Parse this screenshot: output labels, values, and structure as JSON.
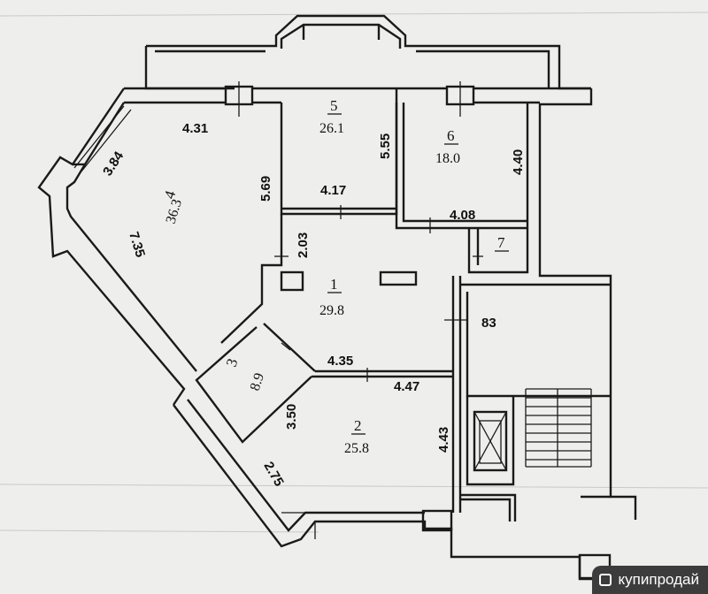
{
  "plan": {
    "rooms": [
      {
        "id": "room-1",
        "number": "1",
        "area": "29.8"
      },
      {
        "id": "room-2",
        "number": "2",
        "area": "25.8"
      },
      {
        "id": "room-3",
        "number": "3",
        "area": "8.9"
      },
      {
        "id": "room-4",
        "number": "4",
        "area": "36.3"
      },
      {
        "id": "room-5",
        "number": "5",
        "area": "26.1"
      },
      {
        "id": "room-6",
        "number": "6",
        "area": "18.0"
      },
      {
        "id": "room-7",
        "number": "7",
        "area": ""
      }
    ],
    "dimensions": {
      "d_431": "4.31",
      "d_384": "3.84",
      "d_569": "5.69",
      "d_735": "7.35",
      "d_555": "5.55",
      "d_417": "4.17",
      "d_440": "4.40",
      "d_408": "4.08",
      "d_203": "2.03",
      "d_83": "83",
      "d_435": "4.35",
      "d_447": "4.47",
      "d_350": "3.50",
      "d_443": "4.43",
      "d_275": "2.75"
    }
  },
  "watermark": {
    "text": "купипродай"
  },
  "colors": {
    "background": "#eeeeec",
    "ink": "#1a1a1a",
    "watermark_bg": "#3c3c3c"
  }
}
